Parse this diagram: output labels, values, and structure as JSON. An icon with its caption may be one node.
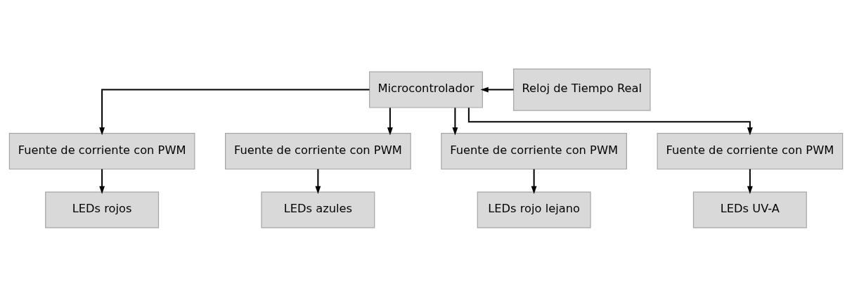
{
  "diagram": {
    "nodes": [
      {
        "text": [
          "Microcontrolador"
        ]
      },
      {
        "text": [
          "Reloj de Tiempo Real"
        ]
      },
      {
        "text": [
          "Fuente de corriente con PWM"
        ]
      },
      {
        "text": [
          "Fuente de corriente con PWM"
        ]
      },
      {
        "text": [
          "Fuente de corriente con PWM"
        ]
      },
      {
        "text": [
          "Fuente de corriente con PWM"
        ]
      },
      {
        "text": [
          "LEDs rojos"
        ]
      },
      {
        "text": [
          "LEDs azules"
        ]
      },
      {
        "text": [
          "LEDs rojo lejano"
        ]
      },
      {
        "text": [
          "LEDs UV-A"
        ]
      }
    ],
    "edges": [
      {
        "from": 1,
        "to": 0,
        "arrow": "to"
      },
      {
        "from": 0,
        "to": 2,
        "arrow": "to"
      },
      {
        "from": 0,
        "to": 3,
        "arrow": "to"
      },
      {
        "from": 0,
        "to": 4,
        "arrow": "to"
      },
      {
        "from": 0,
        "to": 5,
        "arrow": "to"
      },
      {
        "from": 2,
        "to": 6,
        "arrow": "to"
      },
      {
        "from": 3,
        "to": 7,
        "arrow": "to"
      },
      {
        "from": 4,
        "to": 8,
        "arrow": "to"
      },
      {
        "from": 5,
        "to": 9,
        "arrow": "to"
      }
    ]
  }
}
